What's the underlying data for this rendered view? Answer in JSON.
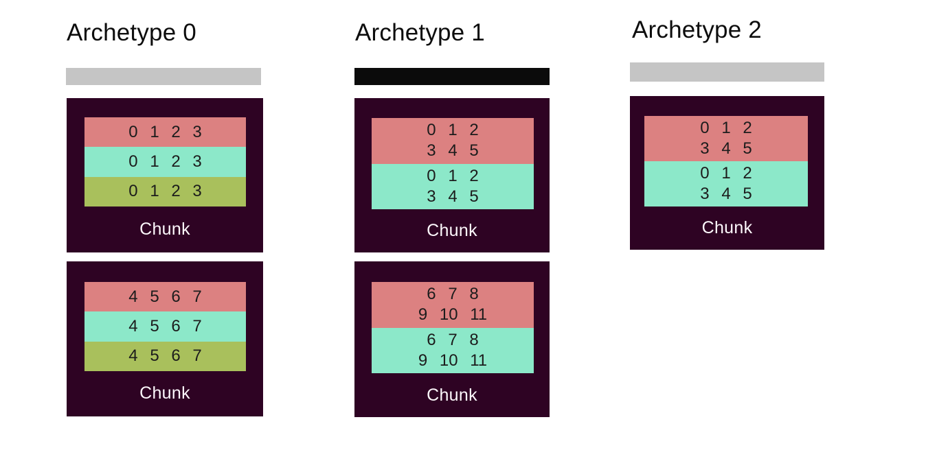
{
  "colors": {
    "chunk_bg": "#2e0323",
    "row_red": "#dc8181",
    "row_teal": "#8ce8c9",
    "row_olive": "#a9c05c",
    "bar_gray": "#c5c5c5",
    "bar_black": "#0b0b0b",
    "number_text": "#1c1c1c",
    "chunk_label_text": "#fdf8fc",
    "title_text": "#0d0d0d"
  },
  "archetypes": [
    {
      "title": "Archetype 0",
      "bar_color": "#c5c5c5",
      "chunks": [
        {
          "label": "Chunk",
          "rows": [
            {
              "color": "#dc8181",
              "lines": [
                "0 1 2 3"
              ]
            },
            {
              "color": "#8ce8c9",
              "lines": [
                "0 1 2 3"
              ]
            },
            {
              "color": "#a9c05c",
              "lines": [
                "0 1 2 3"
              ]
            }
          ]
        },
        {
          "label": "Chunk",
          "rows": [
            {
              "color": "#dc8181",
              "lines": [
                "4 5 6 7"
              ]
            },
            {
              "color": "#8ce8c9",
              "lines": [
                "4 5 6 7"
              ]
            },
            {
              "color": "#a9c05c",
              "lines": [
                "4 5 6 7"
              ]
            }
          ]
        }
      ]
    },
    {
      "title": "Archetype 1",
      "bar_color": "#0b0b0b",
      "chunks": [
        {
          "label": "Chunk",
          "rows": [
            {
              "color": "#dc8181",
              "lines": [
                "0 1 2",
                "3 4 5"
              ]
            },
            {
              "color": "#8ce8c9",
              "lines": [
                "0 1 2",
                "3 4 5"
              ]
            }
          ]
        },
        {
          "label": "Chunk",
          "rows": [
            {
              "color": "#dc8181",
              "lines": [
                "6 7 8",
                "9 10 11"
              ]
            },
            {
              "color": "#8ce8c9",
              "lines": [
                "6 7 8",
                "9 10 11"
              ]
            }
          ]
        }
      ]
    },
    {
      "title": "Archetype 2",
      "bar_color": "#c5c5c5",
      "chunks": [
        {
          "label": "Chunk",
          "rows": [
            {
              "color": "#dc8181",
              "lines": [
                "0 1 2",
                "3 4 5"
              ]
            },
            {
              "color": "#8ce8c9",
              "lines": [
                "0 1 2",
                "3 4 5"
              ]
            }
          ]
        }
      ]
    }
  ]
}
